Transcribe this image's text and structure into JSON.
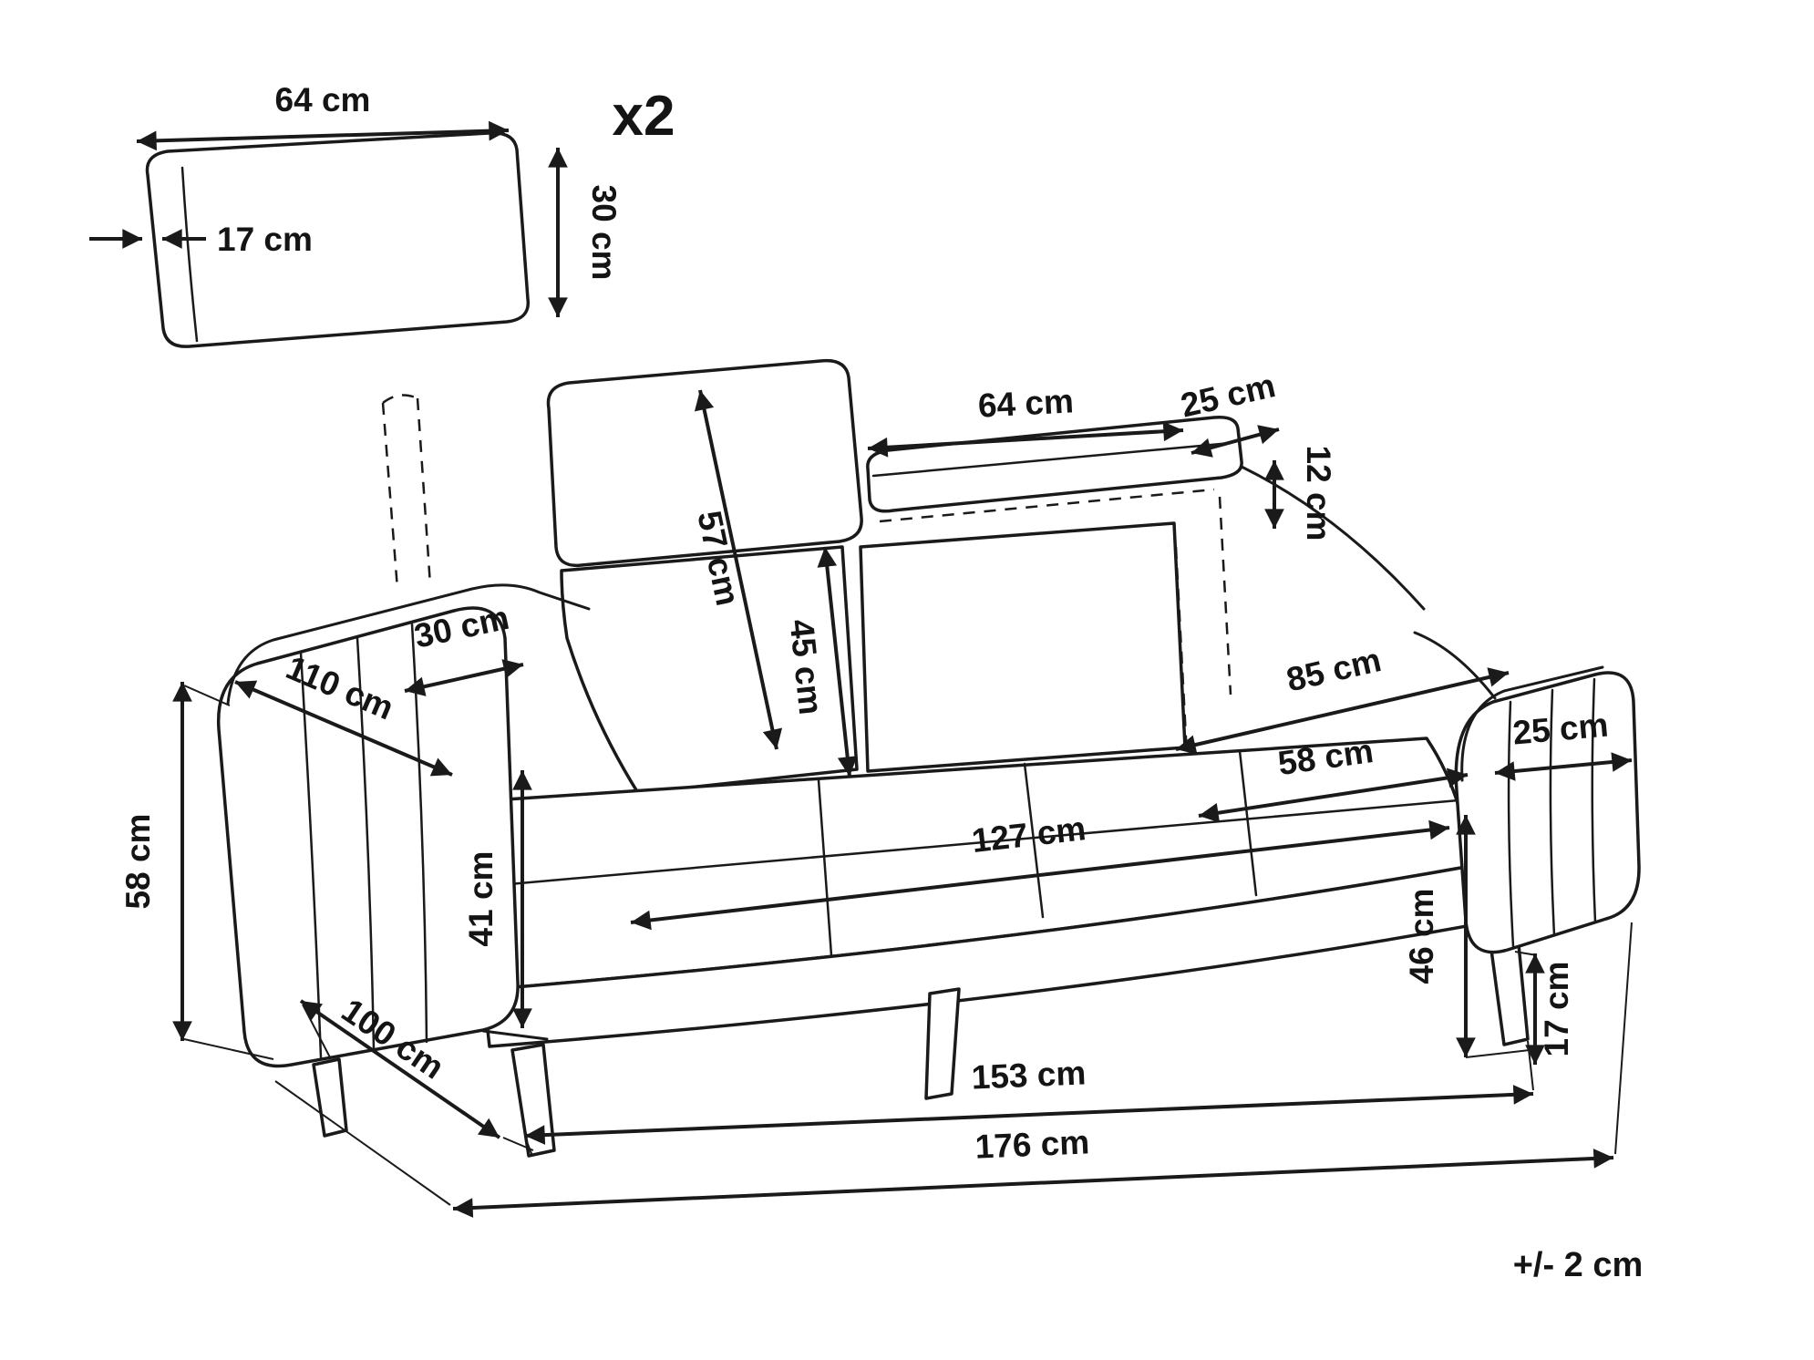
{
  "title": "Sofa dimension diagram",
  "colors": {
    "background": "#ffffff",
    "line": "#1a1a1a"
  },
  "dims": {
    "cushion_width": "64 cm",
    "cushion_thickness": "17 cm",
    "cushion_height": "30 cm",
    "cushion_quantity": "x2",
    "back_total_height": "57 cm",
    "back_cushion_height": "45 cm",
    "headrest_width": "64 cm",
    "headrest_depth": "25 cm",
    "headrest_thickness": "12 cm",
    "backrest_depth": "30 cm",
    "side_total_depth": "110 cm",
    "seat_depth_with_back": "85 cm",
    "armrest_width": "25 cm",
    "seat_depth": "58 cm",
    "seat_width": "127 cm",
    "armrest_height": "41 cm",
    "total_height": "58 cm",
    "seat_front_height": "46 cm",
    "leg_height": "17 cm",
    "floor_depth": "100 cm",
    "base_width": "153 cm",
    "total_width": "176 cm",
    "tolerance": "+/- 2 cm"
  }
}
